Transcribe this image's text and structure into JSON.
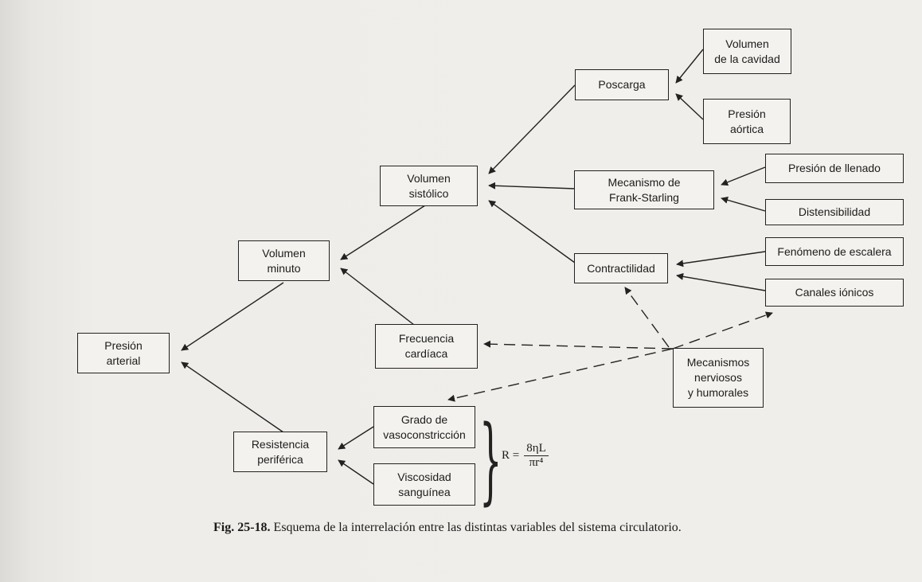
{
  "nodes": {
    "presion_arterial": "Presión\narterial",
    "volumen_minuto": "Volumen\nminuto",
    "resistencia_periferica": "Resistencia\nperiférica",
    "volumen_sistolico": "Volumen\nsistólico",
    "frecuencia_cardiaca": "Frecuencia\ncardíaca",
    "grado_vasoconstriccion": "Grado de\nvasoconstricción",
    "viscosidad_sanguinea": "Viscosidad\nsanguínea",
    "poscarga": "Poscarga",
    "frank_starling": "Mecanismo de\nFrank-Starling",
    "contractilidad": "Contractilidad",
    "volumen_cavidad": "Volumen\nde la cavidad",
    "presion_aortica": "Presión\naórtica",
    "presion_llenado": "Presión de llenado",
    "distensibilidad": "Distensibilidad",
    "fenomeno_escalera": "Fenómeno de escalera",
    "canales_ionicos": "Canales iónicos",
    "mecanismos": "Mecanismos\nnerviosos\ny humorales"
  },
  "formula": {
    "lhs": "R =",
    "numerator": "8ηL",
    "denominator": "πr⁴"
  },
  "caption": {
    "label": "Fig. 25-18.",
    "text": " Esquema de la interrelación entre las distintas variables del sistema circulatorio."
  }
}
